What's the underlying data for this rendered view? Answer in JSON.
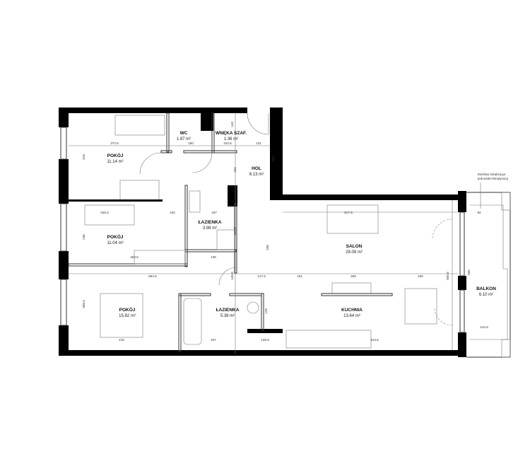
{
  "rooms": [
    {
      "name": "POKÓJ",
      "area": "11.14 m²"
    },
    {
      "name": "WC",
      "area": "1.87 m²"
    },
    {
      "name": "WNĘKA SZAF.",
      "area": "1.36 m²"
    },
    {
      "name": "HOL",
      "area": "6.13 m²"
    },
    {
      "name": "ŁAZIENKA",
      "area": "3.98 m²"
    },
    {
      "name": "POKÓJ",
      "area": "11.04 m²"
    },
    {
      "name": "SALON",
      "area": "28.08 m²"
    },
    {
      "name": "POKÓJ",
      "area": "15.82 m²"
    },
    {
      "name": "ŁAZIENKA",
      "area": "5.38 m²"
    },
    {
      "name": "KUCHNIA",
      "area": "13.64 m²"
    },
    {
      "name": "BALKON",
      "area": "6.10 m²"
    }
  ],
  "note": [
    "Możliwa lokalizacja",
    "jednostki klimatyzacji"
  ],
  "dimensions": [
    "372.5",
    "160",
    "103.5",
    "131",
    "319",
    "144",
    "340",
    "151",
    "345.5",
    "102",
    "187",
    "236",
    "128.5",
    "453.5",
    "106",
    "348",
    "664.5",
    "145.5",
    "147.5",
    "151",
    "250",
    "260",
    "308.5",
    "418",
    "347",
    "136.5",
    "129",
    "617.5",
    "500.5",
    "505",
    "144.5",
    "644.5",
    "94"
  ],
  "colors": {
    "wall": "#000000",
    "line": "#333333"
  }
}
